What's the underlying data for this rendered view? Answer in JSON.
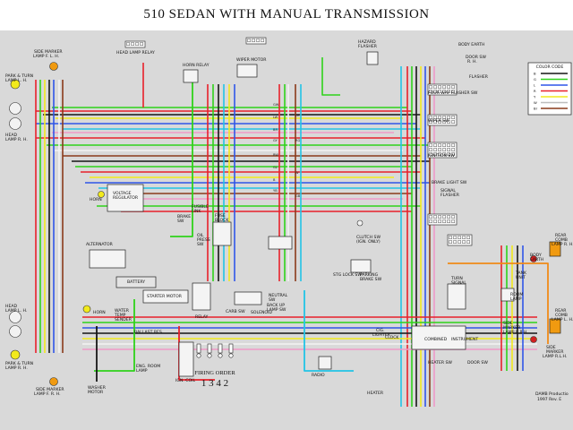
{
  "title": "510 SEDAN WITH MANUAL TRANSMISSION",
  "colors": {
    "background": "#ffffff",
    "board": "#d9d9d9",
    "red": "#e8202a",
    "green": "#2fd21a",
    "yellow": "#f2ea1c",
    "blue": "#2f55e8",
    "cyan": "#22c4e6",
    "black": "#161616",
    "brown": "#8a3a1a",
    "pink": "#ef9ac8",
    "white": "#f2f2f2",
    "orange": "#f08a18",
    "lamp": "#f2ea1c",
    "lamp_orange": "#f09a10"
  },
  "color_code": {
    "title": "COLOR CODE",
    "entries": [
      {
        "code": "B",
        "label": "BLACK",
        "color": "#161616"
      },
      {
        "code": "G",
        "label": "GREEN",
        "color": "#2fd21a"
      },
      {
        "code": "L",
        "label": "BLUE",
        "color": "#2f55e8"
      },
      {
        "code": "R",
        "label": "RED",
        "color": "#e8202a"
      },
      {
        "code": "Y",
        "label": "YELLOW",
        "color": "#f2ea1c"
      },
      {
        "code": "W",
        "label": "WHITE",
        "color": "#bdbdbd"
      },
      {
        "code": "Br",
        "label": "BROWN",
        "color": "#8a3a1a"
      }
    ]
  },
  "labels": {
    "side_marker_lh": "SIDE MARKER",
    "side_marker_lh_2": "LAMP F. L. H.",
    "park_turn_lh": "PARK & TURN",
    "park_turn_lh_2": "LAMP L. H.",
    "head_lamp_rh": "HEAD",
    "head_lamp_rh_2": "LAMP R. H.",
    "head_lamp_lh": "HEAD",
    "head_lamp_lh_2": "LAMP L. H.",
    "park_turn_rh": "PARK & TURN",
    "park_turn_rh_2": "LAMP R. H.",
    "side_marker_rh": "SIDE MARKER",
    "side_marker_rh_2": "LAMP F. R. H.",
    "head_lamp_relay": "HEAD LAMP RELAY",
    "horn_relay": "HORN RELAY",
    "wiper_motor": "WIPER MOTOR",
    "hazard_flasher": "HAZARD",
    "hazard_flasher_2": "FLASHER",
    "body_earth": "BODY EARTH",
    "door_sw": "DOOR SW",
    "door_sw_2": "R. H.",
    "four_way_flasher_sw": "FOUR WAY FLASHER SW",
    "flasher": "FLASHER",
    "wiper_sw": "WIPER SW",
    "ignition_sw": "IGNITION SW",
    "brake_light_sw": "BRAKE LIGHT SW",
    "signal_flasher": "SIGNAL",
    "signal_flasher_2": "FLASHER",
    "horn_top": "HORN",
    "voltage_regulator": "VOLTAGE",
    "voltage_regulator_2": "REGULATOR",
    "brake_sw": "BRAKE",
    "brake_sw_2": "SW",
    "fusible_link": "FUSIBLE",
    "fusible_link_2": "LINK",
    "fuse_block": "FUSE",
    "fuse_block_2": "BLOCK",
    "clutch_sw": "CLUTCH SW",
    "clutch_sw_2": "(IGN. ONLY)",
    "alternator": "ALTERNATOR",
    "battery": "BATTERY",
    "starter_motor": "STARTER MOTOR",
    "oil_press_sw": "OIL",
    "oil_press_sw_2": "PRESS",
    "oil_press_sw_3": "SW",
    "horn_bottom": "HORN",
    "water_temp_sender": "WATER",
    "water_temp_sender_2": "TEMP",
    "water_temp_sender_3": "SENDER",
    "relay": "RELAY",
    "carb_sw": "CARB SW",
    "solenoid": "SOLENOID",
    "neutral_sw": "NEUTRAL",
    "neutral_sw_2": "SW",
    "back_up_lamp_sw": "BACK UP",
    "back_up_lamp_sw_2": "LAMP SW",
    "ballast_res": "BALLAST RES",
    "ign_coil": "IGN. COIL",
    "eng_room_lamp": "ENG. ROOM",
    "eng_room_lamp_2": "LAMP",
    "washer_motor": "WASHER",
    "washer_motor_2": "MOTOR",
    "firing_order": "FIRING ORDER",
    "firing_digits": "1  3  4  2",
    "stg_lock_sw": "STG LOCK SW",
    "parking_brake_sw": "PARKING",
    "parking_brake_sw_2": "BRAKE SW",
    "turn_signal": "TURN",
    "turn_signal_2": "SIGNAL",
    "room_lamp": "ROOM",
    "room_lamp_2": "LAMP",
    "radio": "RADIO",
    "cig_lighter": "CIG.",
    "cig_lighter_2": "LIGHTER",
    "clock": "CLOCK",
    "combined_meter": "COMBINED",
    "instrument": "INSTRUMENT",
    "heater": "HEATER",
    "heater_sw": "HEATER SW",
    "door_sw_lh": "DOOR SW",
    "side_marker_rear_rh": "SIDE",
    "side_marker_rear_rh_2": "MARKER",
    "side_marker_rear_rh_3": "LAMP R.R.H.",
    "body_earth_right": "BODY",
    "body_earth_right_2": "EARTH",
    "tank_unit": "TANK",
    "tank_unit_2": "UNIT",
    "rear_comb_lamp_rh": "REAR",
    "rear_comb_lamp_rh_2": "COMB",
    "rear_comb_lamp_rh_3": "LAMP R. H.",
    "rear_comb_lamp_lh": "REAR",
    "rear_comb_lamp_lh_2": "COMB",
    "rear_comb_lamp_lh_3": "LAMP L. H.",
    "side_marker_rear_lh": "SIDE",
    "side_marker_rear_lh_2": "MARKER",
    "side_marker_rear_lh_3": "LAMP R.L.H.",
    "credit": "DAMB Productio",
    "credit_2": "1997 Rev. E",
    "wire_gw": "GW",
    "wire_lw": "LW",
    "wire_br": "BR",
    "wire_gy": "GY",
    "wire_rw": "RW",
    "wire_gl": "GL",
    "wire_b": "B",
    "wire_yb": "YB",
    "wire_lr": "LR",
    "wire_rg": "RG",
    "wire_w": "W",
    "wire_gb": "GB"
  }
}
